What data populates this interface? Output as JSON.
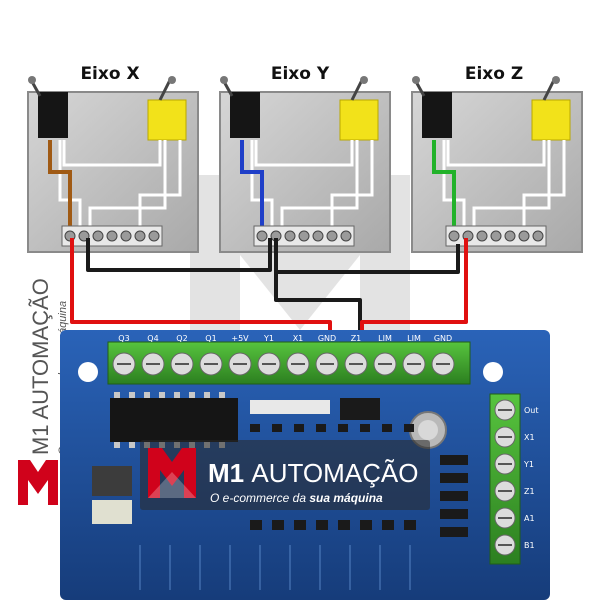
{
  "axes": [
    {
      "title": "Eixo X",
      "lead_color": "#a05a14"
    },
    {
      "title": "Eixo Y",
      "lead_color": "#1f3fc8"
    },
    {
      "title": "Eixo Z",
      "lead_color": "#22b22a"
    }
  ],
  "board": {
    "terminal_labels": [
      "Q3",
      "Q4",
      "Q2",
      "Q1",
      "+5V",
      "Y1",
      "X1",
      "GND",
      "Z1",
      "LIM",
      "LIM",
      "GND"
    ],
    "side_labels": [
      "Out",
      "X1",
      "Y1",
      "Z1",
      "A1",
      "B1"
    ]
  },
  "brand": {
    "name": "M1 AUTOMAÇÃO",
    "name_prefix": "M1",
    "name_suffix": "AUTOMAÇÃO",
    "tagline": "O e-commerce da sua máquina",
    "tagline_prefix": "O e-commerce da ",
    "tagline_emph": "sua máquina"
  },
  "colors": {
    "wire_red": "#e01010",
    "wire_black": "#1a1a1a",
    "wire_white": "#ffffff",
    "pcb_blue": "#1e4f9a",
    "terminal_green": "#3a9a2a",
    "switch_yellow": "#f2e21a",
    "brand_red": "#d0021b"
  }
}
